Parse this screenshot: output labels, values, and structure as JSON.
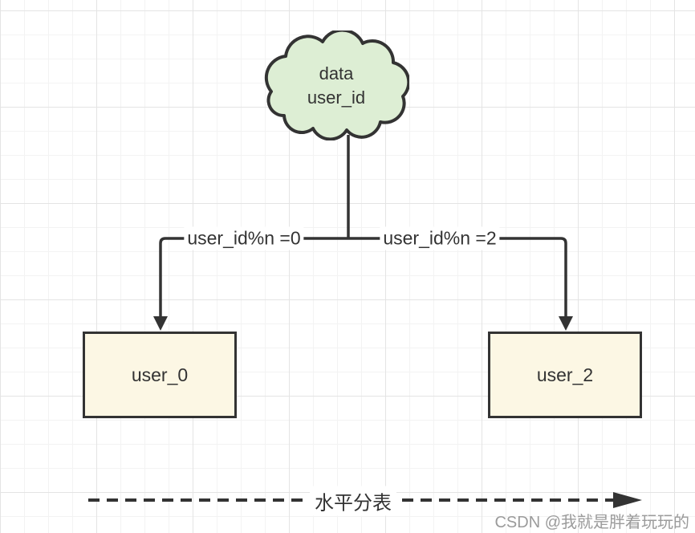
{
  "cloud": {
    "line1": "data",
    "line2": "user_id"
  },
  "edges": {
    "left_label": "user_id%n =0",
    "right_label": "user_id%n =2"
  },
  "tables": {
    "left": "user_0",
    "right": "user_2"
  },
  "flow": {
    "label": "水平分表"
  },
  "watermark": {
    "text": "CSDN @我就是胖着玩玩的"
  },
  "colors": {
    "cloud_fill": "#ddeed4",
    "node_fill": "#fcf7e4",
    "stroke": "#333333",
    "grid_minor": "#f3f3f3",
    "grid_major": "#e4e4e4",
    "watermark_text": "#9b9b9b",
    "label_background": "#ffffff"
  }
}
